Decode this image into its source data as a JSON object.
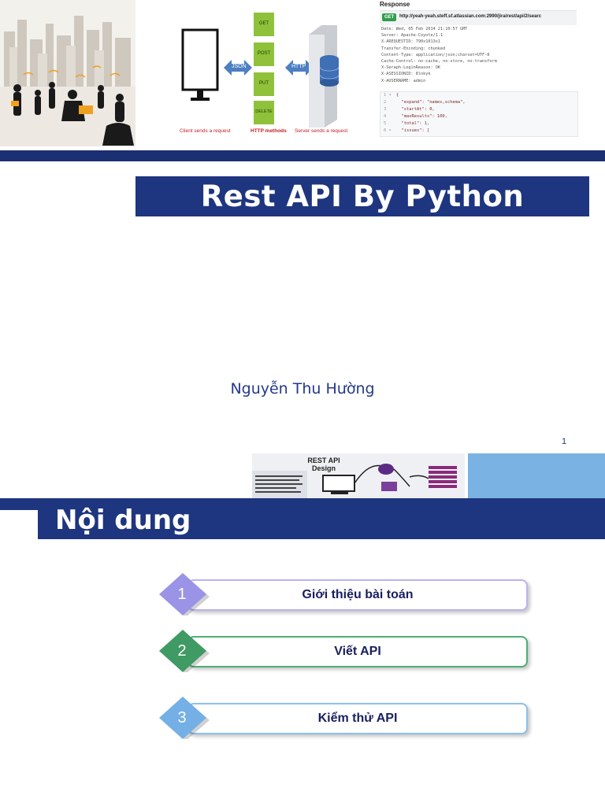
{
  "slide1": {
    "response_panel": {
      "title": "Response",
      "method": "GET",
      "url": "http://yeah-yeah.steff.sf.atlassian.com:2990/jira/rest/api/2/searc",
      "headers": [
        "Date: Wed, 05 Feb 2014 21:10:57 GMT",
        "Server: Apache-Coyote/1.1",
        "X-AREQUESTID: 790x1013x1",
        "Transfer-Encoding: chunked",
        "Content-Type: application/json;charset=UTF-8",
        "Cache-Control: no-cache, no-store, no-transform",
        "X-Seraph-LoginReason: OK",
        "X-ASESSIONID: 8lnkyk",
        "X-AUSERNAME: admin"
      ],
      "body_lines": [
        {
          "n": "1 ▾",
          "code": "{"
        },
        {
          "n": "2",
          "code": "  \"expand\": \"names,schema\","
        },
        {
          "n": "3",
          "code": "  \"startAt\": 0,"
        },
        {
          "n": "4",
          "code": "  \"maxResults\": 100,"
        },
        {
          "n": "5",
          "code": "  \"total\": 1,"
        },
        {
          "n": "6 ▾",
          "code": "  \"issues\": ["
        }
      ]
    },
    "diagram": {
      "json_label": "JSON",
      "http_label": "HTTP",
      "methods": [
        "GET",
        "POST",
        "PUT",
        "DELETE"
      ],
      "caption_client": "Client sends a request",
      "caption_methods": "HTTP methods",
      "caption_server": "Server sends a request"
    },
    "title": "Rest API By Python",
    "author": "Nguyễn Thu Hường",
    "page_number": "1",
    "colors": {
      "navy": "#1e3580",
      "band": "#1b2f73",
      "author": "#25398a"
    }
  },
  "slide2": {
    "banner_title": "REST API Design",
    "heading": "Nội dung",
    "items": [
      {
        "number": "1",
        "label": "Giới thiệu bài toán",
        "color": "#9a93e6",
        "border": "#b9b3ee"
      },
      {
        "number": "2",
        "label": "Viết API",
        "color": "#3f9a63",
        "border": "#4fae74"
      },
      {
        "number": "3",
        "label": "Kiểm thử API",
        "color": "#74b0e6",
        "border": "#8cc0ec"
      }
    ],
    "colors": {
      "navy": "#1e3580",
      "light_blue": "#7ab3e3"
    }
  }
}
